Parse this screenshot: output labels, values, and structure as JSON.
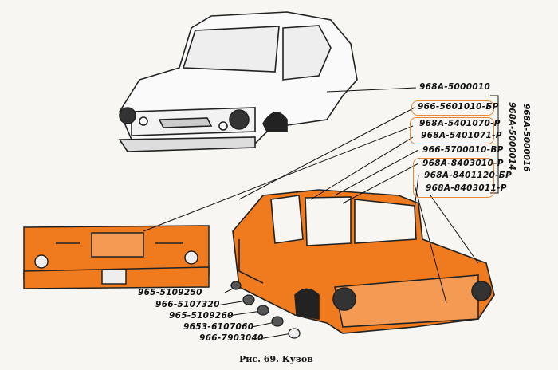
{
  "figure": {
    "caption": "Рис. 69. Кузов",
    "accent_color": "#f07a1e",
    "labels_right": [
      "968A-5000010",
      "966-5601010-БР",
      "968A-5401070-Р",
      "968A-5401071-Р",
      "966-5700010-ВР",
      "968A-8403010-Р",
      "968A-8401120-БР",
      "968A-8403011-Р"
    ],
    "labels_vertical": [
      "968A-5000014",
      "968A-5000016"
    ],
    "labels_bottom": [
      "965-5109250",
      "966-5107320",
      "965-5109260",
      "9653-6107060",
      "966-7903040"
    ]
  }
}
